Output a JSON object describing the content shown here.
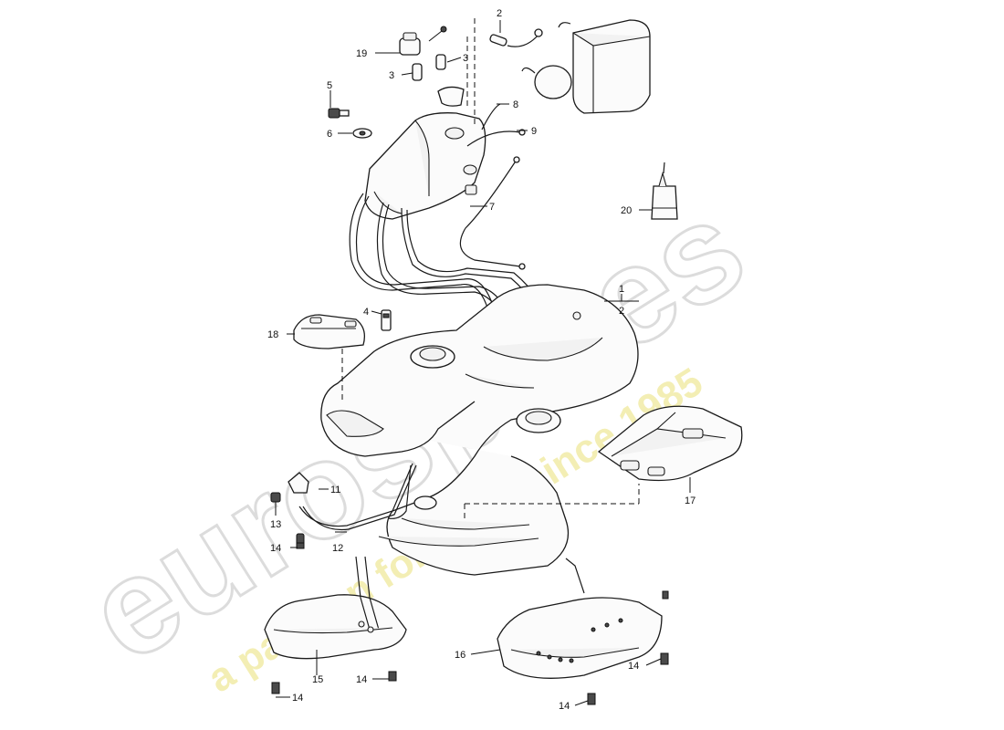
{
  "watermark": {
    "brand": "eurospares",
    "tagline": "a passion for parts since 1985",
    "brand_color": "#e8e8e8",
    "tagline_color": "#efe9a6"
  },
  "labels": {
    "l1": "1",
    "l2": "2",
    "l2b": "2",
    "l3a": "3",
    "l3b": "3",
    "l4": "4",
    "l5": "5",
    "l6": "6",
    "l7": "7",
    "l8": "8",
    "l9": "9",
    "l11": "11",
    "l12": "12",
    "l13": "13",
    "l14a": "14",
    "l14b": "14",
    "l14c": "14",
    "l14d": "14",
    "l14e": "14",
    "l15": "15",
    "l16": "16",
    "l17": "17",
    "l18": "18",
    "l19": "19",
    "l20": "20"
  }
}
